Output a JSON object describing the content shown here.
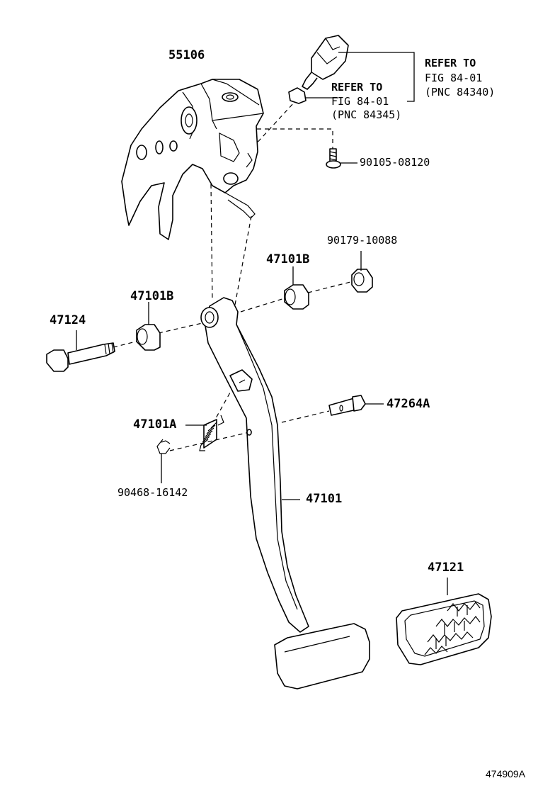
{
  "parts": {
    "bracket": "55106",
    "switch_refer_line1": "REFER TO",
    "switch_refer_line2": "FIG 84-01",
    "switch_refer_line3": "(PNC 84340)",
    "clip_refer_line1": "REFER TO",
    "clip_refer_line2": "FIG 84-01",
    "clip_refer_line3": "(PNC 84345)",
    "bolt": "90105-08120",
    "nut": "90179-10088",
    "bushing_right": "47101B",
    "bushing_left": "47101B",
    "pivot_bolt": "47124",
    "pin": "47264A",
    "spring": "47101A",
    "clip": "90468-16142",
    "pedal_arm": "47101",
    "pedal_pad": "47121"
  },
  "figure_id": "474909A"
}
